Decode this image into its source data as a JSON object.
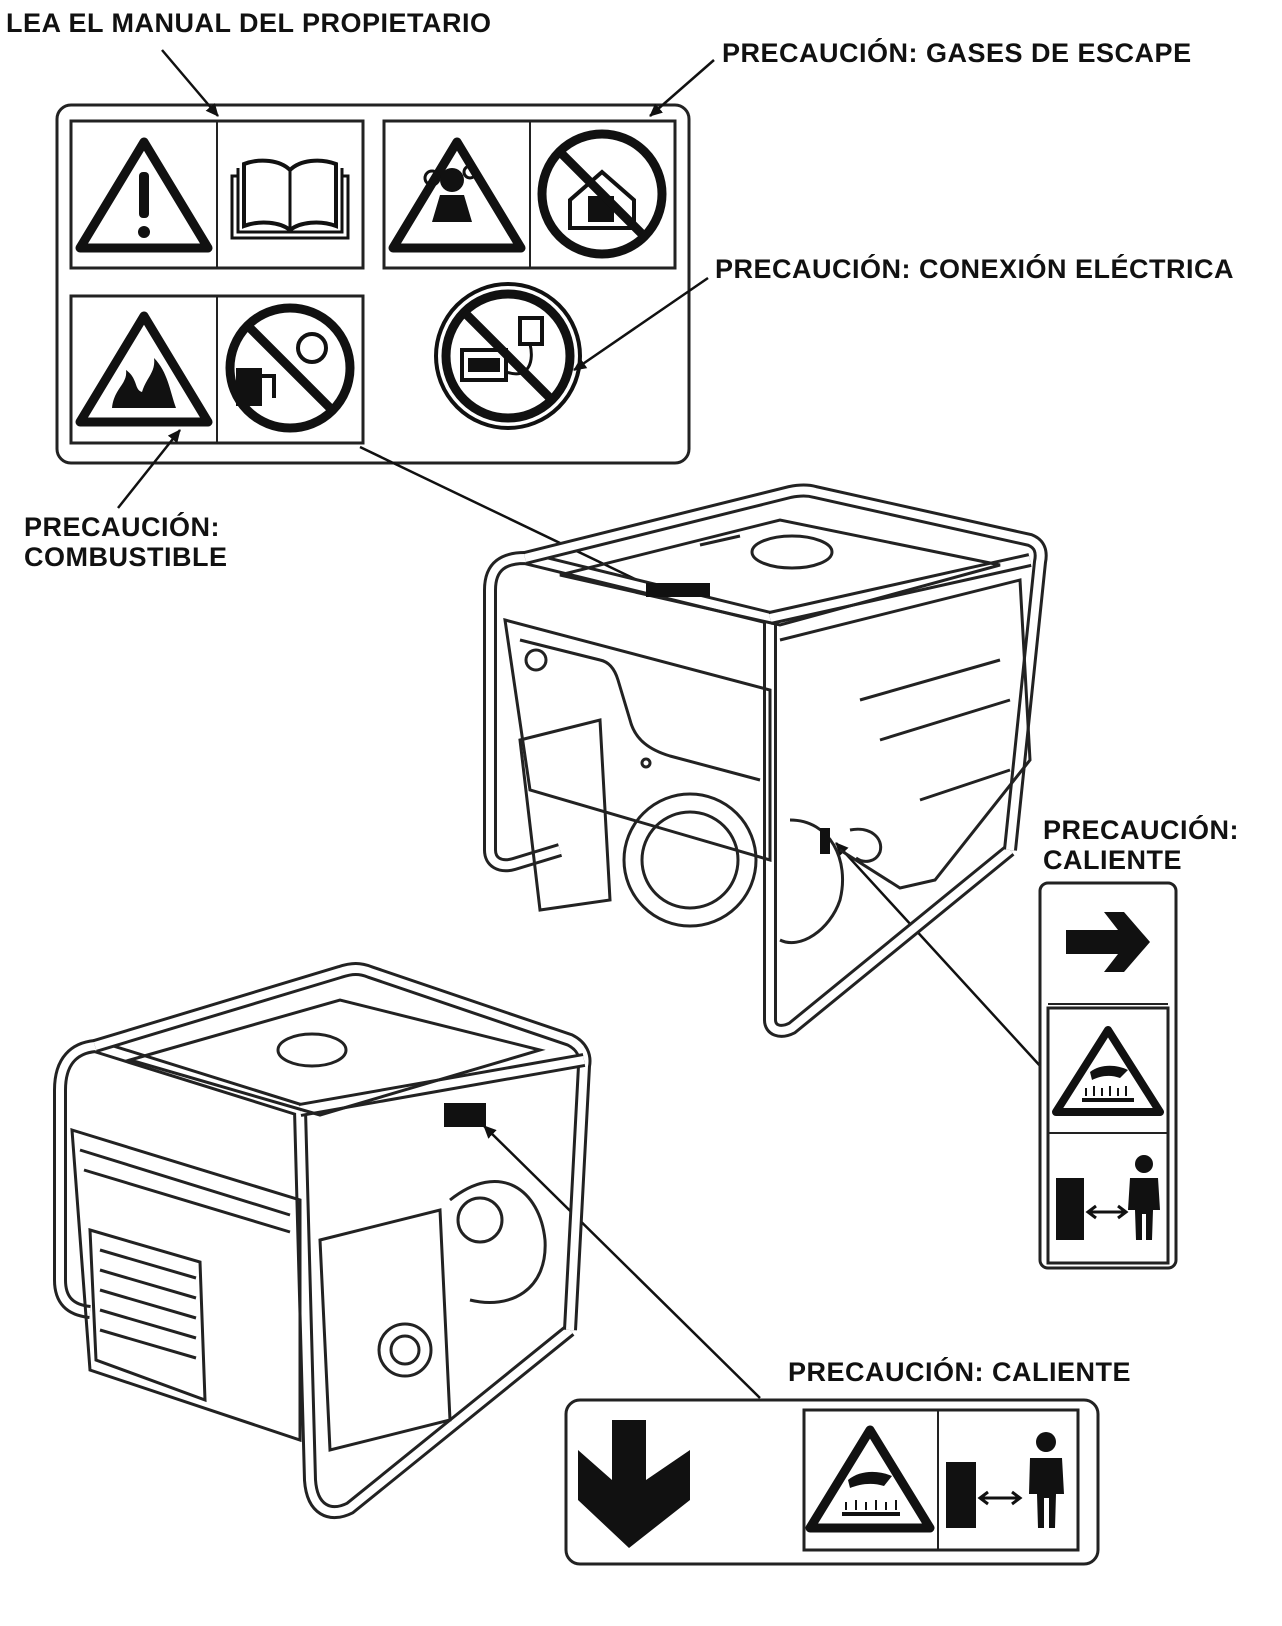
{
  "labels": {
    "read_manual": "LEA EL MANUAL DEL PROPIETARIO",
    "exhaust": "PRECAUCIÓN: GASES DE ESCAPE",
    "electrical": "PRECAUCIÓN: CONEXIÓN ELÉCTRICA",
    "fuel_line1": "PRECAUCIÓN:",
    "fuel_line2": "COMBUSTIBLE",
    "hot_side_line1": "PRECAUCIÓN:",
    "hot_side_line2": "CALIENTE",
    "hot_bottom": "PRECAUCIÓN: CALIENTE"
  },
  "icons": [
    "warning-triangle-icon",
    "manual-book-icon",
    "exhaust-warning-icon",
    "no-indoor-use-icon",
    "fire-warning-icon",
    "no-refuel-hot-icon",
    "no-backfeed-icon",
    "arrow-right-icon",
    "hot-surface-icon",
    "keep-distance-icon",
    "arrow-down-icon"
  ],
  "colors": {
    "ink": "#111111",
    "paper": "#ffffff"
  }
}
